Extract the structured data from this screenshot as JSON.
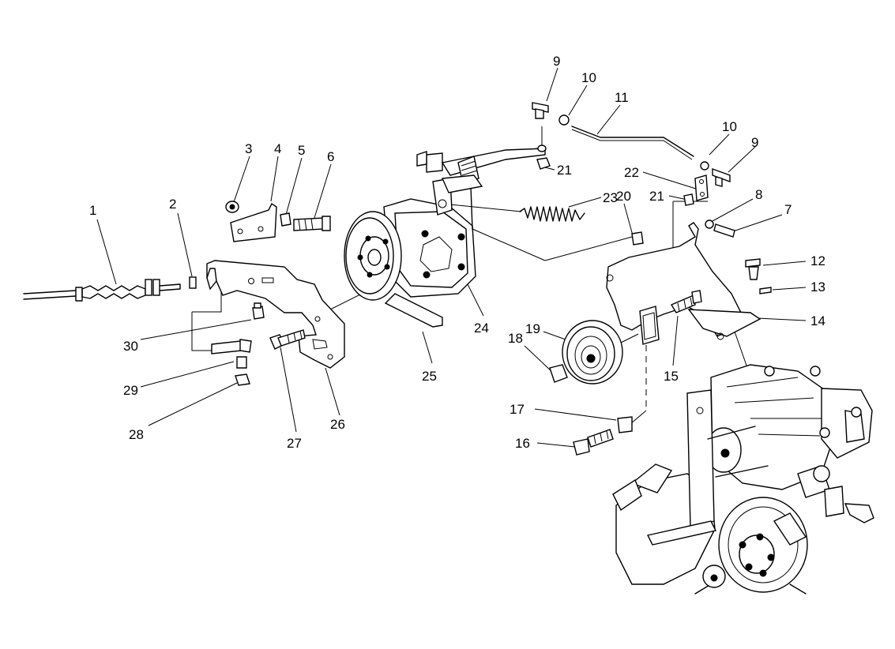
{
  "callouts": {
    "c1": "1",
    "c2": "2",
    "c3": "3",
    "c4": "4",
    "c5": "5",
    "c6": "6",
    "c7": "7",
    "c8": "8",
    "c9a": "9",
    "c9b": "9",
    "c10a": "10",
    "c10b": "10",
    "c11": "11",
    "c12": "12",
    "c13": "13",
    "c14": "14",
    "c15": "15",
    "c16": "16",
    "c17": "17",
    "c18": "18",
    "c19": "19",
    "c20": "20",
    "c21a": "21",
    "c21b": "21",
    "c22": "22",
    "c23": "23",
    "c24": "24",
    "c25": "25",
    "c26": "26",
    "c27": "27",
    "c28": "28",
    "c29": "29",
    "c30": "30"
  },
  "colors": {
    "line": "#000000",
    "background": "#ffffff"
  }
}
